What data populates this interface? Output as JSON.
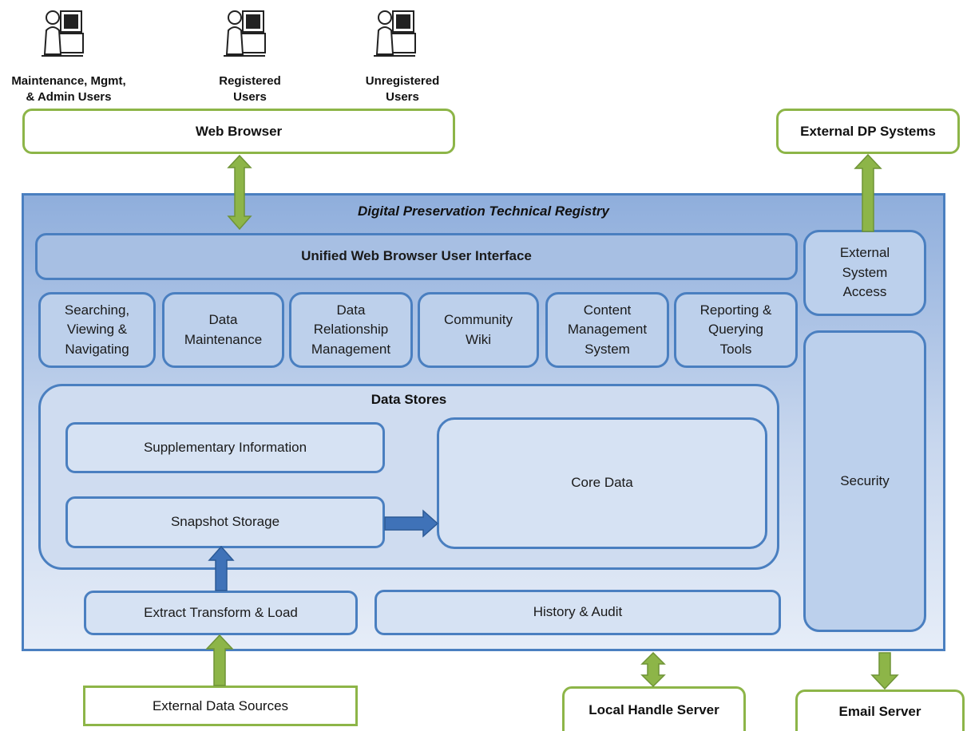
{
  "users": [
    {
      "label_line1": "Maintenance, Mgmt,",
      "label_line2": "& Admin Users",
      "icon": "user-at-computer-icon"
    },
    {
      "label_line1": "Registered",
      "label_line2": "Users",
      "icon": "user-at-computer-icon"
    },
    {
      "label_line1": "Unregistered",
      "label_line2": "Users",
      "icon": "user-at-computer-icon"
    }
  ],
  "external": {
    "web_browser": "Web Browser",
    "external_dp_systems": "External DP Systems",
    "external_data_sources": "External Data Sources",
    "local_handle_server": "Local Handle Server",
    "email_server": "Email Server"
  },
  "registry": {
    "title": "Digital Preservation Technical Registry",
    "ui": "Unified Web Browser User Interface",
    "modules": [
      {
        "line1": "Searching,",
        "line2": "Viewing &",
        "line3": "Navigating"
      },
      {
        "line1": "Data",
        "line2": "Maintenance",
        "line3": ""
      },
      {
        "line1": "Data",
        "line2": "Relationship",
        "line3": "Management"
      },
      {
        "line1": "Community",
        "line2": "Wiki",
        "line3": ""
      },
      {
        "line1": "Content",
        "line2": "Management",
        "line3": "System"
      },
      {
        "line1": "Reporting &",
        "line2": "Querying",
        "line3": "Tools"
      }
    ],
    "data_stores": {
      "title": "Data Stores",
      "supplementary": "Supplementary Information",
      "snapshot": "Snapshot Storage",
      "core": "Core Data"
    },
    "etl": "Extract Transform & Load",
    "history": "History & Audit",
    "external_access": {
      "line1": "External",
      "line2": "System",
      "line3": "Access"
    },
    "security": "Security"
  },
  "colors": {
    "green_border": "#8db548",
    "blue_border": "#4a7fc0",
    "arrow_blue": "#3f72b8",
    "arrow_green": "#8db548"
  }
}
